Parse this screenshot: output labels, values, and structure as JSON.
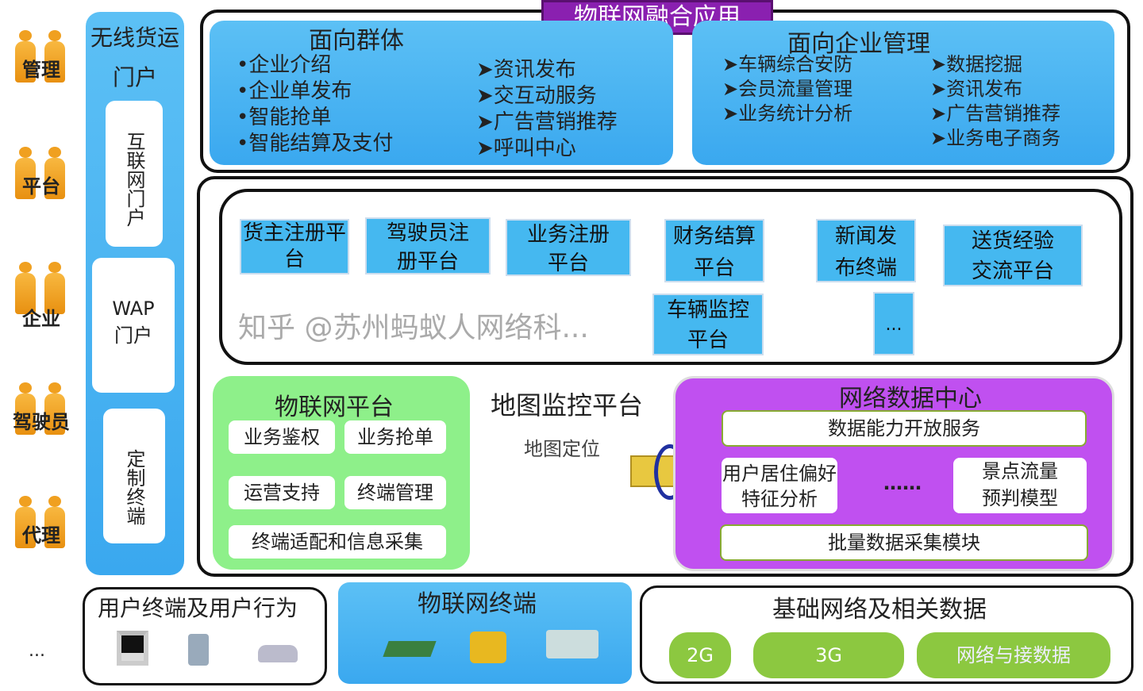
{
  "title": "物联网融合应用",
  "users": [
    "管理",
    "平台",
    "企业",
    "驾驶员",
    "代理"
  ],
  "users_more": "...",
  "portal": {
    "title": "无线货运门户",
    "items": [
      "互联网门户",
      "WAP门户",
      "定制终端"
    ]
  },
  "groups": {
    "title": "面向群体",
    "left": [
      "企业介绍",
      "企业单发布",
      "智能抢单",
      "智能结算及支付"
    ],
    "right": [
      "资讯发布",
      "交互动服务",
      "广告营销推荐",
      "呼叫中心"
    ]
  },
  "enterprise": {
    "title": "面向企业管理",
    "left": [
      "车辆综合安防",
      "会员流量管理",
      "业务统计分析"
    ],
    "right": [
      "数据挖掘",
      "资讯发布",
      "广告营销推荐",
      "业务电子商务"
    ]
  },
  "platforms": [
    "货主注册平台",
    "驾驶员注册平台",
    "业务注册平台",
    "财务结算平台",
    "新闻发布终端",
    "送货经验交流平台",
    "车辆监控平台",
    "..."
  ],
  "iot_platform": {
    "title": "物联网平台",
    "items": [
      "业务鉴权",
      "业务抢单",
      "运营支持",
      "终端管理",
      "终端适配和信息采集"
    ]
  },
  "map": {
    "title": "地图监控平台",
    "sub": "地图定位"
  },
  "datacenter": {
    "title": "网络数据中心",
    "open": "数据能力开放服务",
    "left": "用户居住偏好特征分析",
    "dots": "……",
    "right": "景点流量预判模型",
    "collect": "批量数据采集模块"
  },
  "terminals": {
    "title": "用户终端及用户行为"
  },
  "iot_terminal": {
    "title": "物联网终端"
  },
  "network": {
    "title": "基础网络及相关数据",
    "items": [
      "2G",
      "3G",
      "网络与接数据"
    ]
  },
  "watermark": "知乎 @苏州蚂蚁人网络科..."
}
